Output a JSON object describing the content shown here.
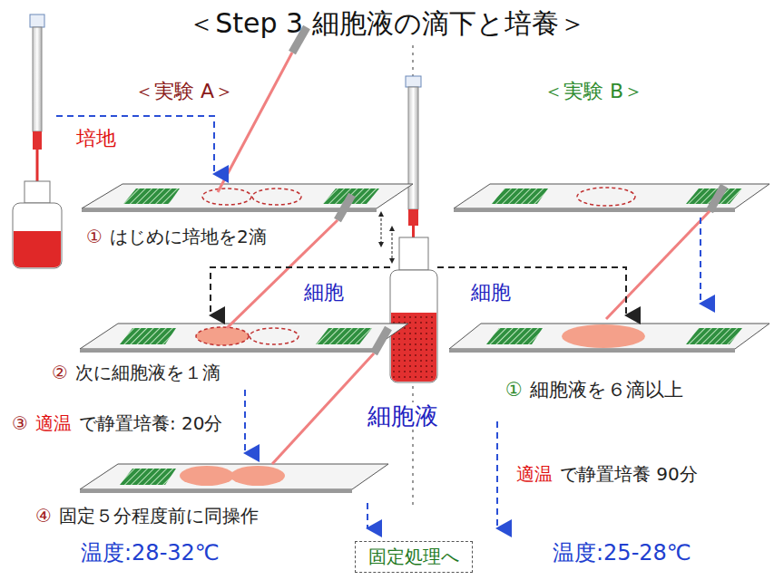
{
  "diagram": {
    "title": "＜Step 3 細胞液の滴下と培養＞",
    "nodes": [
      {
        "text": [
          "固定処理へ"
        ]
      }
    ],
    "labels": [
      "＜実験 A＞",
      "＜実験 B＞",
      "培地",
      "①",
      "はじめに培地を2滴",
      "細胞",
      "細胞",
      "②",
      "次に細胞液を１滴",
      "①",
      "細胞液を６滴以上",
      "③",
      "適温",
      "で静置培養:  20分",
      "細胞液",
      "適温",
      "で静置培養 90分",
      "④",
      "固定５分程度前に同操作",
      "温度:28-32℃",
      "温度:25-28℃"
    ]
  }
}
